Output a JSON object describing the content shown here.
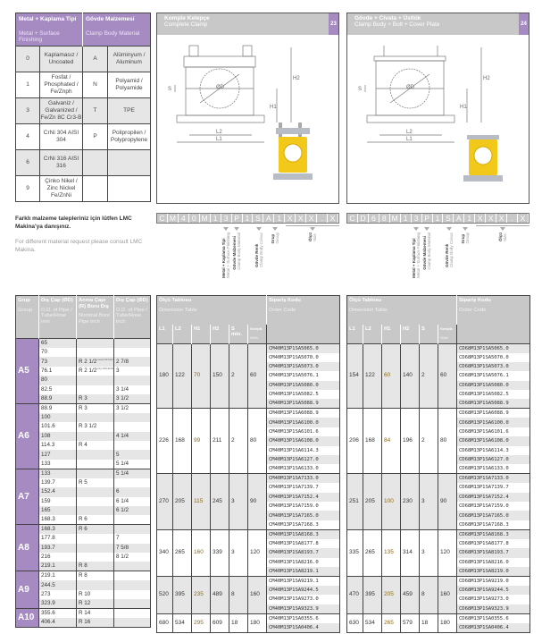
{
  "material_table": {
    "header": {
      "metal": "Metal + Kaplama Tipi",
      "metal_sub": "Metal + Surface Finishing",
      "body": "Gövde Malzemesi",
      "body_sub": "Clamp Body Material"
    },
    "rows": [
      {
        "code": "0",
        "metal": "Kaplamasız / Uncoated",
        "body_code": "A",
        "body": "Alüminyum / Aluminum"
      },
      {
        "code": "1",
        "metal": "Fosfat / Phosphated / Fe/Znph",
        "body_code": "N",
        "body": "Polyamid / Polyamide"
      },
      {
        "code": "3",
        "metal": "Galvaniz / Galvanized / Fe/Zn 8C Cr3-B",
        "body_code": "T",
        "body": "TPE"
      },
      {
        "code": "4",
        "metal": "CrNi 304 AISI 304",
        "body_code": "P",
        "body": "Polipropilen / Polypropylene"
      },
      {
        "code": "6",
        "metal": "CrNi 316 AISI 316",
        "body_code": "",
        "body": ""
      },
      {
        "code": "9",
        "metal": "Çinko Nikel / Zinc Nickel Fe/ZnNi",
        "body_code": "",
        "body": ""
      }
    ]
  },
  "note": {
    "tr": "Farklı malzeme talepleriniz için lütfen LMC Makina'ya danışınız.",
    "en": "For different material request please consult LMC Makina."
  },
  "panels": [
    {
      "title": "Komple Kelepçe",
      "subtitle": "Complete Clamp",
      "page": "23",
      "code_chars": [
        "C",
        "M",
        "4",
        "0",
        "M",
        "1",
        "3",
        "P",
        "1",
        "S",
        "A",
        "1",
        "X",
        "X",
        "X",
        ".",
        "X"
      ]
    },
    {
      "title": "Gövde + Civata + Üstlük",
      "subtitle": "Clamp Body + Bolt + Cover Plate",
      "page": "24",
      "code_chars": [
        "C",
        "D",
        "6",
        "8",
        "M",
        "1",
        "3",
        "P",
        "1",
        "S",
        "A",
        "1",
        "X",
        "X",
        "X",
        ".",
        "X"
      ]
    }
  ],
  "drawing_labels": {
    "l1": "L1",
    "l2": "L2",
    "h1": "H1",
    "h2": "H2",
    "s": "S",
    "od": "ØD"
  },
  "code_labels": [
    {
      "tr": "Metal + Kaplama Tipi",
      "en": "Metal + Surface Finishing"
    },
    {
      "tr": "Gövde Malzemesi",
      "en": "Clamp Body Material"
    },
    {
      "tr": "Gövde Renk",
      "en": "Clamp Body Colour"
    },
    {
      "tr": "Grup",
      "en": "Group"
    },
    {
      "tr": "Ölçü",
      "en": "Size"
    }
  ],
  "pipe_table_header": {
    "group": "Grup",
    "group_sub": "Group",
    "od_mm": "Dış Çap (ØD)",
    "od_mm_sub": "O.D. of Pipe / Tube/Hose mm",
    "nominal": "Anma Çapı (R) Boru Dış",
    "nominal_sub": "Nominal Bore Pipe inch",
    "od_inch": "Dış Çap (ØD)",
    "od_inch_sub": "O.D. of Pipe / Tube/Hose inch"
  },
  "dim_table_left_header": {
    "title": "Ölçü Tablosu",
    "subtitle": "Dimension Table",
    "cols": [
      "L1",
      "L2",
      "H1",
      "H2",
      "S min."
    ],
    "width": "Genişlik",
    "width_sub": "Width",
    "order": "Sipariş Kodu",
    "order_sub": "Order Code"
  },
  "dim_table_right_header": {
    "title": "Ölçü Tablosu",
    "subtitle": "Dimension Table",
    "cols": [
      "L1",
      "L2",
      "H1",
      "H2",
      "S"
    ],
    "width": "Genişlik",
    "width_sub": "Width",
    "order": "Sipariş Kodu",
    "order_sub": "Order Code"
  },
  "groups": [
    {
      "name": "A5",
      "rows": [
        {
          "od": "65",
          "r": "",
          "inch": ""
        },
        {
          "od": "70",
          "r": "",
          "inch": ""
        },
        {
          "od": "73",
          "r": "R 2 1/2",
          "note": "metal DIN EN10220",
          "inch": "2 7/8"
        },
        {
          "od": "76.1",
          "r": "R 2 1/2",
          "note": "only DIN EN10220",
          "inch": "3"
        },
        {
          "od": "80",
          "r": "",
          "inch": ""
        },
        {
          "od": "82.5",
          "r": "",
          "inch": "3 1/4"
        },
        {
          "od": "88.9",
          "r": "R 3",
          "inch": "3 1/2"
        }
      ],
      "left_dims": [
        "180",
        "122",
        "70",
        "150",
        "2",
        "60"
      ],
      "right_dims": [
        "154",
        "122",
        "60",
        "140",
        "2",
        "60"
      ],
      "left_codes": [
        "CM40M13P1SA5065.0",
        "CM40M13P1SA5070.0",
        "CM40M13P1SA5073.0",
        "CM40M13P1SA5076.1",
        "CM40M13P1SA5080.0",
        "CM40M13P1SA5082.5",
        "CM40M13P1SA5088.9"
      ],
      "right_codes": [
        "CD68M13P1SA5065.0",
        "CD68M13P1SA5070.0",
        "CD68M13P1SA5073.0",
        "CD68M13P1SA5076.1",
        "CD68M13P1SA5080.0",
        "CD68M13P1SA5082.5",
        "CD68M13P1SA5088.9"
      ]
    },
    {
      "name": "A6",
      "rows": [
        {
          "od": "88.9",
          "r": "R 3",
          "inch": "3 1/2"
        },
        {
          "od": "100",
          "r": "",
          "inch": ""
        },
        {
          "od": "101.6",
          "r": "R 3 1/2",
          "inch": ""
        },
        {
          "od": "108",
          "r": "",
          "inch": "4 1/4"
        },
        {
          "od": "114.3",
          "r": "R 4",
          "inch": ""
        },
        {
          "od": "127",
          "r": "",
          "inch": "5"
        },
        {
          "od": "133",
          "r": "",
          "inch": "5 1/4"
        }
      ],
      "left_dims": [
        "226",
        "168",
        "99",
        "211",
        "2",
        "80"
      ],
      "right_dims": [
        "206",
        "168",
        "84",
        "196",
        "2",
        "80"
      ],
      "left_codes": [
        "CM40M13P1SA6088.9",
        "CM40M13P1SA6100.0",
        "CM40M13P1SA6101.6",
        "CM40M13P1SA6108.0",
        "CM40M13P1SA6114.3",
        "CM40M13P1SA6127.0",
        "CM40M13P1SA6133.0"
      ],
      "right_codes": [
        "CD68M13P1SA6088.9",
        "CD68M13P1SA6100.0",
        "CD68M13P1SA6101.6",
        "CD68M13P1SA6108.0",
        "CD68M13P1SA6114.3",
        "CD68M13P1SA6127.0",
        "CD68M13P1SA6133.0"
      ]
    },
    {
      "name": "A7",
      "rows": [
        {
          "od": "133",
          "r": "",
          "inch": "5 1/4"
        },
        {
          "od": "139.7",
          "r": "R 5",
          "inch": ""
        },
        {
          "od": "152.4",
          "r": "",
          "inch": "6"
        },
        {
          "od": "159",
          "r": "",
          "inch": "6 1/4"
        },
        {
          "od": "165",
          "r": "",
          "inch": "6 1/2"
        },
        {
          "od": "168.3",
          "r": "R 6",
          "inch": ""
        }
      ],
      "left_dims": [
        "270",
        "205",
        "115",
        "245",
        "3",
        "90"
      ],
      "right_dims": [
        "251",
        "205",
        "100",
        "230",
        "3",
        "90"
      ],
      "left_codes": [
        "CM40M13P1SA7133.0",
        "CM40M13P1SA7139.7",
        "CM40M13P1SA7152.4",
        "CM40M13P1SA7159.0",
        "CM40M13P1SA7165.0",
        "CM40M13P1SA7168.3"
      ],
      "right_codes": [
        "CD68M13P1SA7133.0",
        "CD68M13P1SA7139.7",
        "CD68M13P1SA7152.4",
        "CD68M13P1SA7159.0",
        "CD68M13P1SA7165.0",
        "CD68M13P1SA7168.3"
      ]
    },
    {
      "name": "A8",
      "rows": [
        {
          "od": "168.3",
          "r": "R 6",
          "inch": ""
        },
        {
          "od": "177.8",
          "r": "",
          "inch": "7"
        },
        {
          "od": "193.7",
          "r": "",
          "inch": "7 5/8"
        },
        {
          "od": "216",
          "r": "",
          "inch": "8 1/2"
        },
        {
          "od": "219.1",
          "r": "R 8",
          "inch": ""
        }
      ],
      "left_dims": [
        "340",
        "265",
        "160",
        "339",
        "3",
        "120"
      ],
      "right_dims": [
        "335",
        "265",
        "135",
        "314",
        "3",
        "120"
      ],
      "left_codes": [
        "CM40M13P1SA8168.3",
        "CM40M13P1SA8177.8",
        "CM40M13P1SA8193.7",
        "CM40M13P1SA8216.0",
        "CM40M13P1SA8219.1"
      ],
      "right_codes": [
        "CD68M13P1SA8168.3",
        "CD68M13P1SA8177.8",
        "CD68M13P1SA8193.7",
        "CD68M13P1SA8216.0",
        "CD68M13P1SA8219.0"
      ]
    },
    {
      "name": "A9",
      "rows": [
        {
          "od": "219.1",
          "r": "R 8",
          "inch": ""
        },
        {
          "od": "244.5",
          "r": "",
          "inch": ""
        },
        {
          "od": "273",
          "r": "R 10",
          "inch": ""
        },
        {
          "od": "323.9",
          "r": "R 12",
          "inch": ""
        }
      ],
      "left_dims": [
        "520",
        "395",
        "235",
        "489",
        "8",
        "160"
      ],
      "right_dims": [
        "470",
        "395",
        "205",
        "459",
        "8",
        "160"
      ],
      "left_codes": [
        "CM40M13P1SA9219.1",
        "CM40M13P1SA9244.5",
        "CM40M13P1SA9273.0",
        "CM40M13P1SA9323.9"
      ],
      "right_codes": [
        "CD68M13P1SA9219.0",
        "CD68M13P1SA9244.5",
        "CD68M13P1SA9273.0",
        "CD68M13P1SA9323.9"
      ]
    },
    {
      "name": "A10",
      "rows": [
        {
          "od": "355.6",
          "r": "R 14",
          "inch": ""
        },
        {
          "od": "406.4",
          "r": "R 16",
          "inch": ""
        }
      ],
      "left_dims": [
        "680",
        "534",
        "295",
        "609",
        "18",
        "180"
      ],
      "right_dims": [
        "630",
        "534",
        "265",
        "579",
        "18",
        "180"
      ],
      "left_codes": [
        "CM40M13P1SA0355.6",
        "CM40M13P1SA0406.4"
      ],
      "right_codes": [
        "CD68M13P1SA0355.6",
        "CD68M13P1SA0406.4"
      ]
    }
  ],
  "colors": {
    "accent_purple": "#a68bc2",
    "header_grey": "#c8c8c8",
    "row_grey": "#e6e6e6",
    "clamp_yellow": "#f2c81a"
  }
}
